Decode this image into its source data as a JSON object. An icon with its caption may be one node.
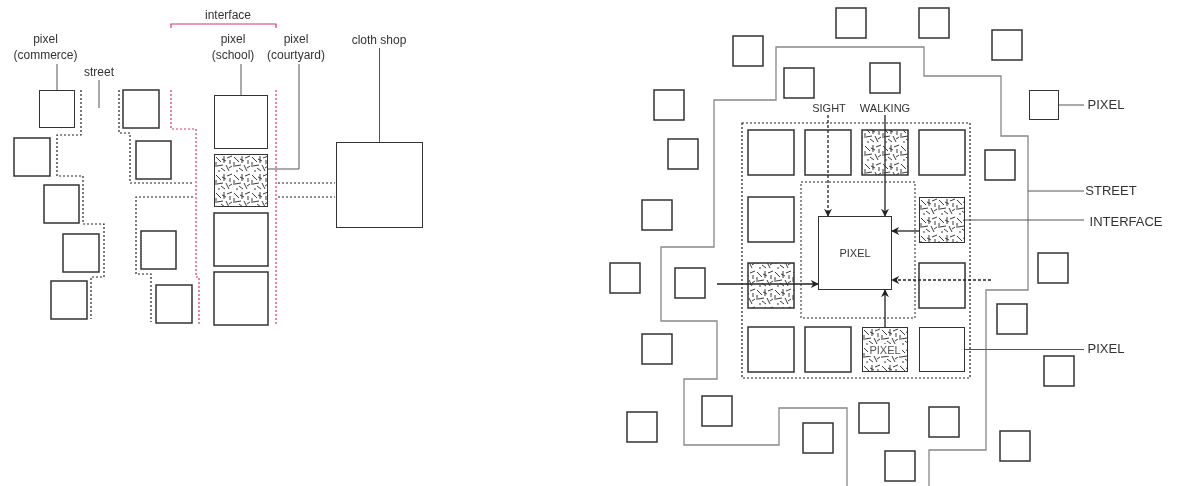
{
  "diagram": {
    "nodes": [
      {
        "text": [
          "pixel (commerce)"
        ]
      },
      {
        "text": [
          "street"
        ]
      },
      {
        "text": [
          "pixel (school)"
        ]
      },
      {
        "text": [
          "pixel (courtyard)"
        ]
      },
      {
        "text": [
          "cloth shop"
        ]
      },
      {
        "text": [],
        "shape": "box"
      },
      {
        "text": [],
        "shape": "box"
      },
      {
        "text": [],
        "shape": "box"
      },
      {
        "text": [],
        "shape": "box"
      },
      {
        "text": [
          "PIXEL"
        ]
      },
      {
        "text": [
          "STREET"
        ]
      },
      {
        "text": [
          "INTERFACE"
        ]
      },
      {
        "text": [
          "PIXEL"
        ]
      },
      {
        "text": [],
        "shape": "box"
      },
      {
        "text": [],
        "shape": "box"
      },
      {
        "text": [],
        "shape": "box"
      },
      {
        "text": [
          "PIXEL"
        ]
      },
      {
        "text": [
          "PIXEL"
        ]
      },
      {
        "text": [
          "SIGHT"
        ]
      },
      {
        "text": [
          "WALKING"
        ]
      }
    ],
    "edges": [
      {
        "from": 0,
        "to": 5,
        "arrow": "none"
      },
      {
        "from": 1,
        "to": null,
        "arrow": "none"
      },
      {
        "from": 2,
        "to": 6,
        "arrow": "none"
      },
      {
        "from": 3,
        "to": 7,
        "arrow": "none"
      },
      {
        "from": 4,
        "to": 8,
        "arrow": "none"
      },
      {
        "from": 9,
        "to": 13,
        "arrow": "none"
      },
      {
        "from": 10,
        "to": null,
        "arrow": "none"
      },
      {
        "from": 11,
        "to": 14,
        "arrow": "none"
      },
      {
        "from": 12,
        "to": 15,
        "arrow": "none"
      },
      {
        "from": 18,
        "to": 16,
        "arrow": "to",
        "style": "dashed"
      },
      {
        "from": 19,
        "to": 16,
        "arrow": "to"
      },
      {
        "from": null,
        "to": 16,
        "arrow": "to"
      },
      {
        "from": 17,
        "to": 16,
        "arrow": "to"
      },
      {
        "from": null,
        "to": 16,
        "arrow": "to",
        "style": "dashed"
      },
      {
        "from": 14,
        "to": 16,
        "arrow": "to"
      }
    ],
    "labels": [
      "interface"
    ]
  }
}
